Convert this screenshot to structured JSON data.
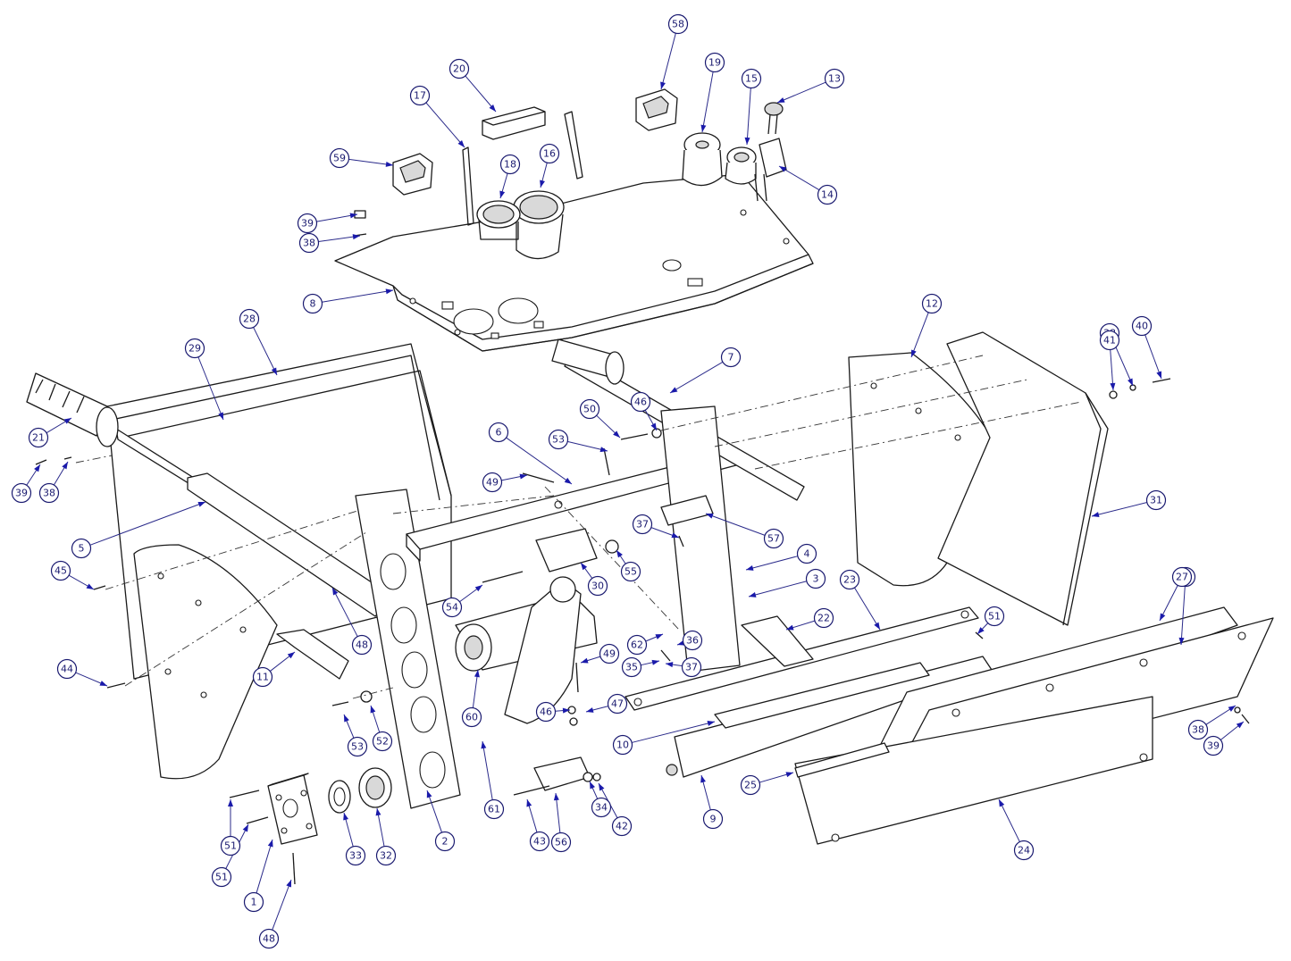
{
  "balloons": [
    {
      "label": "1"
    },
    {
      "label": "2"
    },
    {
      "label": "3"
    },
    {
      "label": "4"
    },
    {
      "label": "5"
    },
    {
      "label": "6"
    },
    {
      "label": "7"
    },
    {
      "label": "8"
    },
    {
      "label": "9"
    },
    {
      "label": "10"
    },
    {
      "label": "11"
    },
    {
      "label": "12"
    },
    {
      "label": "13"
    },
    {
      "label": "14"
    },
    {
      "label": "15"
    },
    {
      "label": "16"
    },
    {
      "label": "17"
    },
    {
      "label": "18"
    },
    {
      "label": "19"
    },
    {
      "label": "20"
    },
    {
      "label": "21"
    },
    {
      "label": "22"
    },
    {
      "label": "23"
    },
    {
      "label": "24"
    },
    {
      "label": "25"
    },
    {
      "label": "26"
    },
    {
      "label": "27"
    },
    {
      "label": "28"
    },
    {
      "label": "29"
    },
    {
      "label": "30"
    },
    {
      "label": "31"
    },
    {
      "label": "32"
    },
    {
      "label": "33"
    },
    {
      "label": "34"
    },
    {
      "label": "35"
    },
    {
      "label": "36"
    },
    {
      "label": "37"
    },
    {
      "label": "37"
    },
    {
      "label": "38"
    },
    {
      "label": "38"
    },
    {
      "label": "38"
    },
    {
      "label": "38"
    },
    {
      "label": "39"
    },
    {
      "label": "39"
    },
    {
      "label": "39"
    },
    {
      "label": "40"
    },
    {
      "label": "41"
    },
    {
      "label": "42"
    },
    {
      "label": "43"
    },
    {
      "label": "44"
    },
    {
      "label": "45"
    },
    {
      "label": "46"
    },
    {
      "label": "46"
    },
    {
      "label": "47"
    },
    {
      "label": "48"
    },
    {
      "label": "48"
    },
    {
      "label": "49"
    },
    {
      "label": "49"
    },
    {
      "label": "50"
    },
    {
      "label": "51"
    },
    {
      "label": "51"
    },
    {
      "label": "51"
    },
    {
      "label": "52"
    },
    {
      "label": "53"
    },
    {
      "label": "53"
    },
    {
      "label": "54"
    },
    {
      "label": "55"
    },
    {
      "label": "56"
    },
    {
      "label": "57"
    },
    {
      "label": "58"
    },
    {
      "label": "59"
    },
    {
      "label": "60"
    },
    {
      "label": "61"
    },
    {
      "label": "62"
    }
  ],
  "colors": {
    "balloon_text": "#1a1a70",
    "leader_arrow": "#1a1aaa",
    "line_art": "#1a1a1a"
  }
}
